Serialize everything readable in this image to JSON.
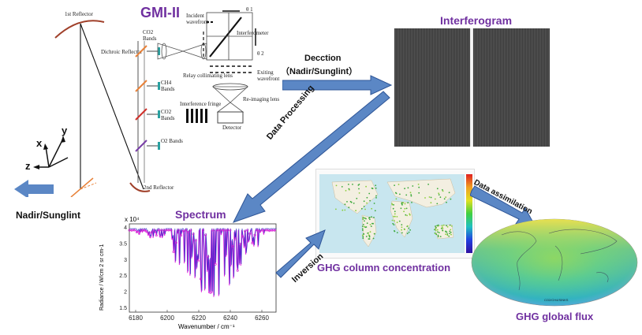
{
  "gmi": {
    "title": "GMI-II",
    "first_reflector": "1st Reflector",
    "second_reflector": "2nd Reflector",
    "dichroic": "Dichroic Reflector",
    "bands": [
      "CO2 Bands",
      "CH4 Bands",
      "CO2 Bands",
      "O2 Bands"
    ],
    "incident": "Incident wavefront",
    "interferometer": "Interferometer",
    "relay": "Relay collimating lens",
    "exiting": "Exiting wavefront",
    "reimaging": "Re-imaging lens",
    "fringe": "Interference fringe",
    "detector": "Detector",
    "axes": {
      "x": "x",
      "y": "y",
      "z": "z"
    },
    "nadir_label": "Nadir/Sunglint",
    "theta1": "θ 1",
    "theta2": "θ 2"
  },
  "interferogram": {
    "title": "Interferogram"
  },
  "detection": {
    "line1": "Decction",
    "line2": "（Nadir/Sunglint）"
  },
  "data_processing": "Data Processing",
  "inversion": "Inversion",
  "data_assimilation": "Data assimilation",
  "spectrum": {
    "title": "Spectrum",
    "ylabel": "Radiance / W/cm 2 sr cm-1",
    "xlabel": "Wavenumber / cm⁻¹",
    "exponent": "x 10⁴",
    "xticks": [
      "6180",
      "6200",
      "6220",
      "6240",
      "6260"
    ],
    "yticks": [
      "4",
      "3.5",
      "3",
      "2.5",
      "2",
      "1.5"
    ]
  },
  "ghg_column": {
    "title": "GHG column concentration"
  },
  "ghg_flux": {
    "title": "GHG global flux",
    "stamp": "CO2/CH4/SINKS"
  },
  "colors": {
    "purple": "#7030a0",
    "arrow": "#5b87c5",
    "arrow_dark": "#2e5597",
    "ocean": "#c8e6ef",
    "land": "#f5f1e6"
  }
}
